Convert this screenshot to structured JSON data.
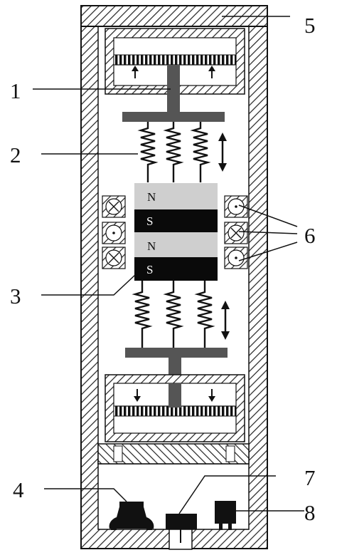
{
  "callouts": {
    "c1": "1",
    "c2": "2",
    "c3": "3",
    "c4": "4",
    "c5": "5",
    "c6": "6",
    "c7": "7",
    "c8": "8"
  },
  "magnet_poles": {
    "p1": "N",
    "p2": "S",
    "p3": "N",
    "p4": "S"
  },
  "colors": {
    "hatch": "#222222",
    "shaft": "#555555",
    "north_pole": "#cfcfcf",
    "south_pole": "#0a0a0a",
    "line": "#111111"
  }
}
